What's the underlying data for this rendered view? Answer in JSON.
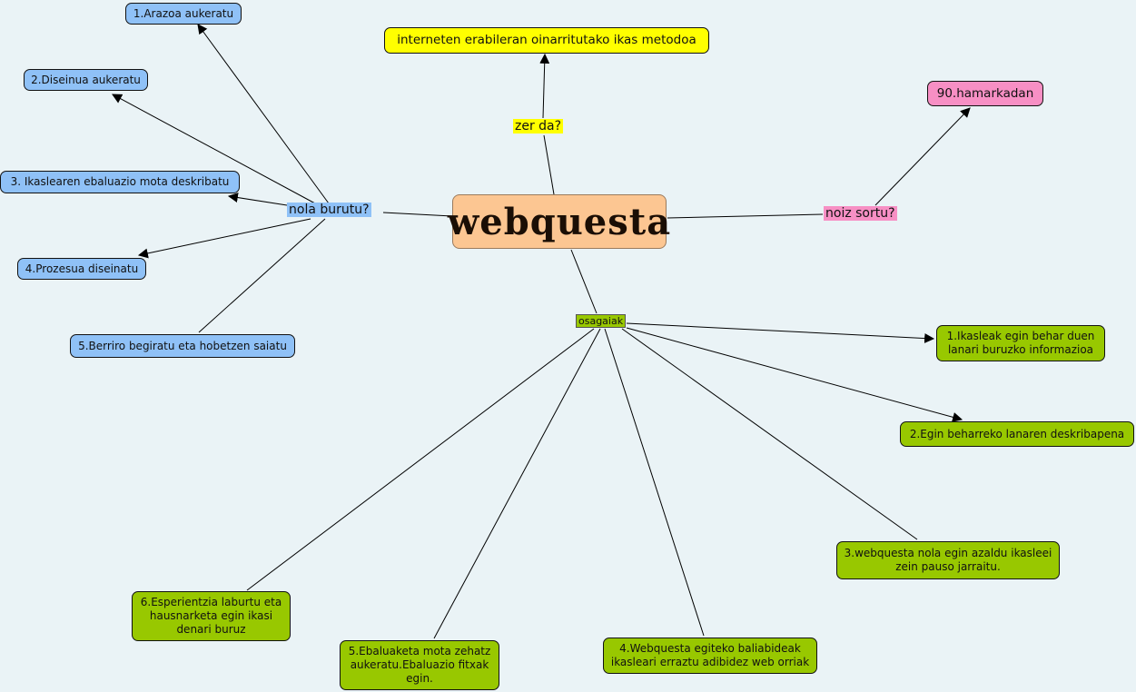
{
  "central": "webquesta",
  "link_labels": {
    "what": "zer da?",
    "when": "noiz sortu?",
    "how": "nola burutu?",
    "parts": "osagaiak"
  },
  "colors": {
    "yellow": "#ffff00",
    "pink": "#f78fc4",
    "blue": "#8fc1f7",
    "green": "#98c800",
    "central": "#fcc692",
    "background": "#eaf3f6"
  },
  "what_node": "interneten erabileran oinarritutako ikas metodoa",
  "when_node": "90.hamarkadan",
  "how_steps": [
    "1.Arazoa aukeratu",
    "2.Diseinua aukeratu",
    "3.  Ikaslearen ebaluazio mota deskribatu",
    "4.Prozesua diseinatu",
    "5.Berriro begiratu eta hobetzen saiatu"
  ],
  "parts": [
    "1.Ikasleak egin behar duen lanari buruzko informazioa",
    "2.Egin beharreko lanaren deskribapena",
    "3.webquesta nola egin azaldu ikasleei zein pauso jarraitu.",
    "4.Webquesta egiteko baliabideak ikasleari erraztu adibidez web orriak",
    "5.Ebaluaketa mota zehatz aukeratu.Ebaluazio fitxak egin.",
    "6.Esperientzia laburtu eta hausnarketa egin ikasi denari buruz"
  ]
}
